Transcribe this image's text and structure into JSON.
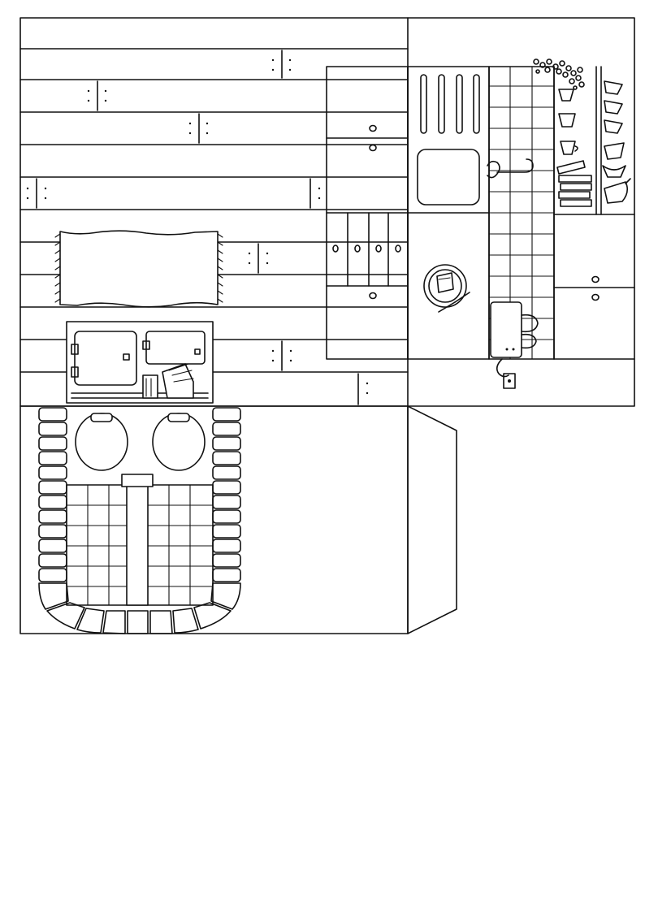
{
  "page": {
    "background_color": "#ffffff",
    "line_color": "#111111"
  },
  "sections": [
    {
      "name": "wooden-floor-panel",
      "icon": "floor-planks-icon"
    },
    {
      "name": "kitchen-wall-panel",
      "icon": "kitchen-icon"
    },
    {
      "name": "fireplace-hearth-panel",
      "icon": "fireplace-icon"
    },
    {
      "name": "blank-side-panel",
      "icon": "blank-panel-icon"
    }
  ]
}
